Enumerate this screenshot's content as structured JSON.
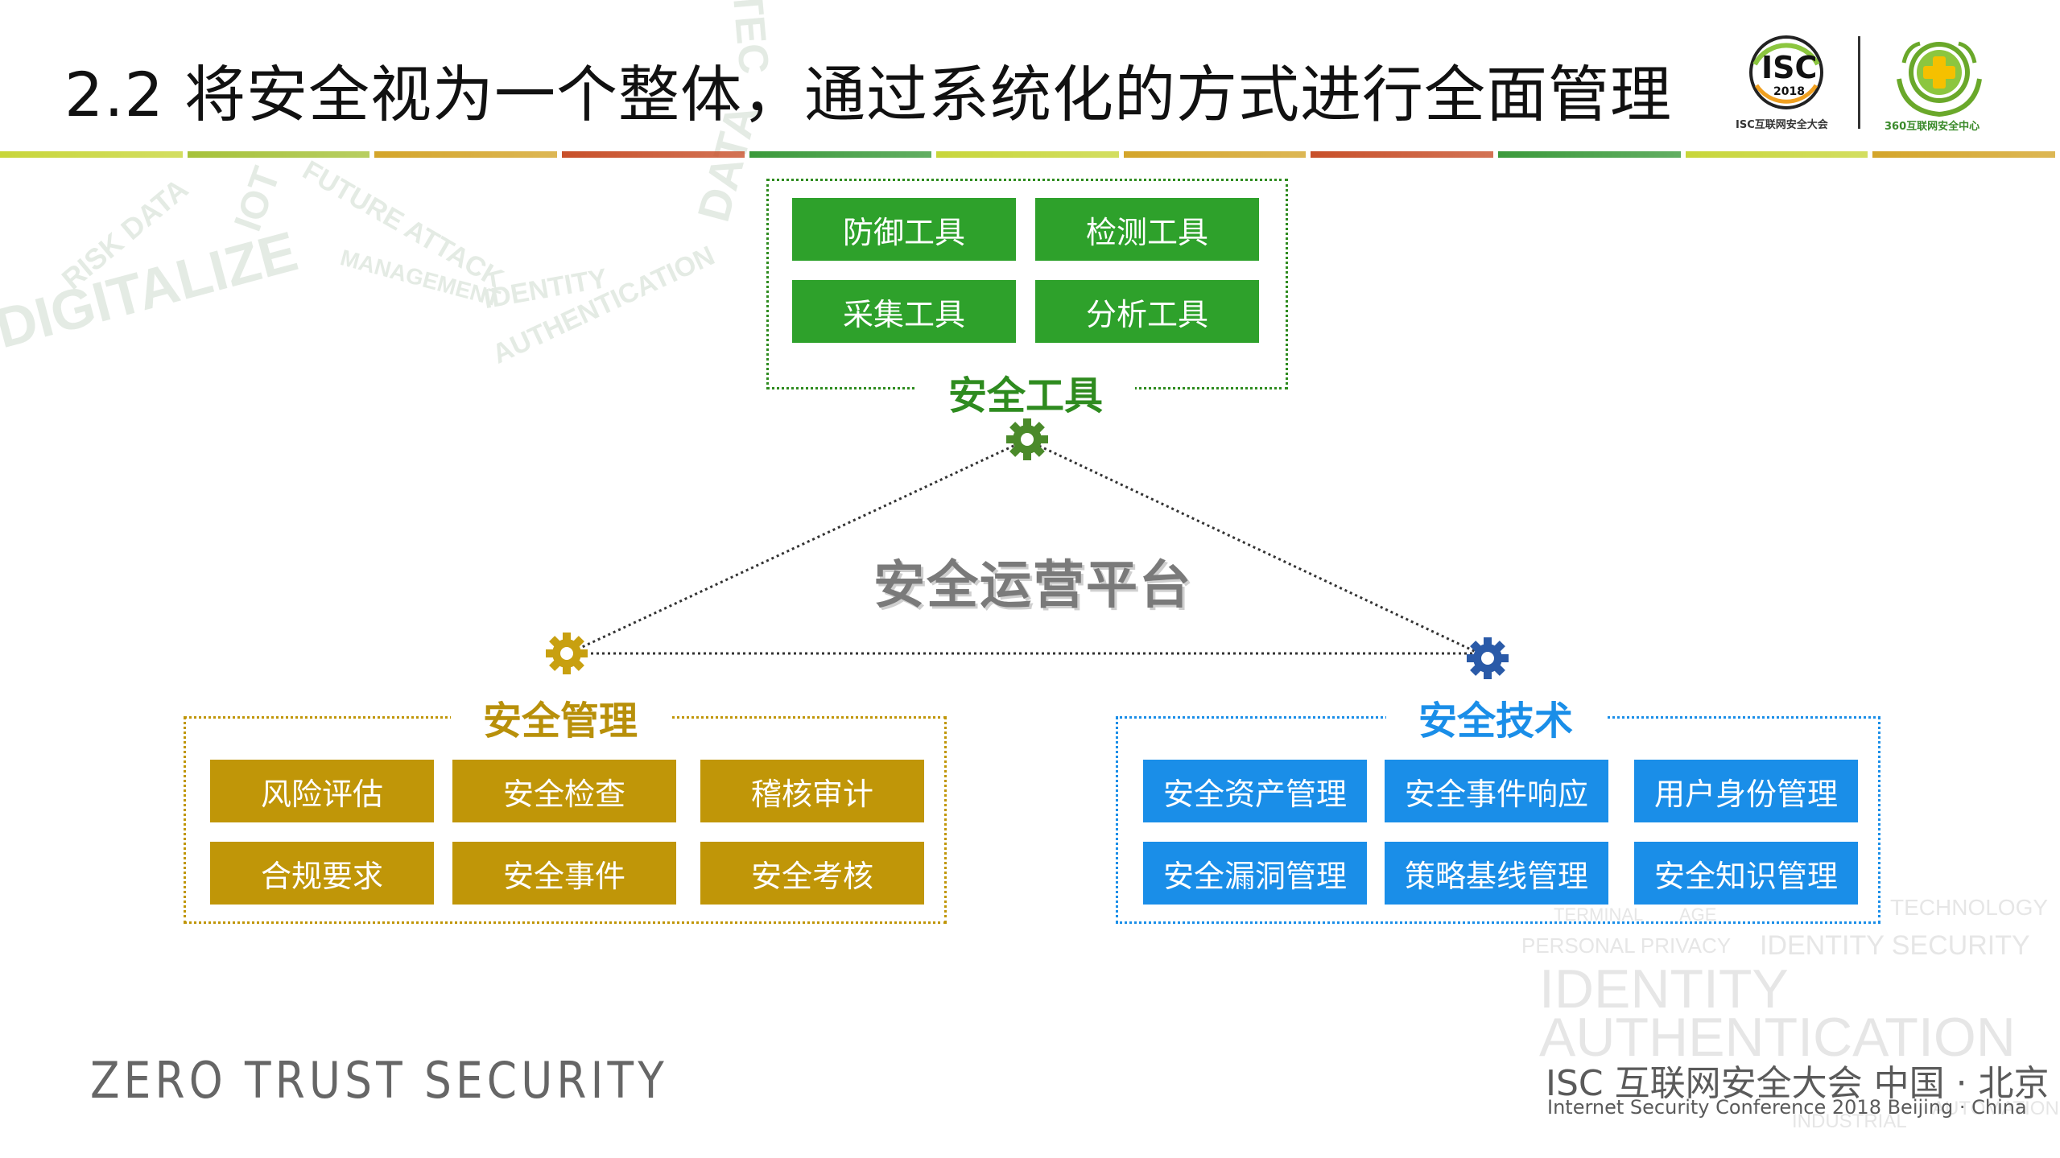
{
  "title": "2.2 将安全视为一个整体，通过系统化的方式进行全面管理",
  "logos": {
    "isc_text": "ISC",
    "isc_year": "2018",
    "isc_caption": "ISC互联网安全大会",
    "c360_caption": "360互联网安全中心"
  },
  "header_rule_colors": [
    "#c8d63a",
    "#a6c23a",
    "#d4a52a",
    "#c8502a",
    "#3b9a3b",
    "#c8d63a",
    "#d4a52a",
    "#c8502a",
    "#3b9a3b",
    "#c8d63a",
    "#d4a52a"
  ],
  "tools_group": {
    "label": "安全工具",
    "color": "#2e8b1f",
    "items": [
      "防御工具",
      "检测工具",
      "采集工具",
      "分析工具"
    ]
  },
  "platform_label": "安全运营平台",
  "management_group": {
    "label": "安全管理",
    "color": "#b8900a",
    "items": [
      "风险评估",
      "安全检查",
      "稽核审计",
      "合规要求",
      "安全事件",
      "安全考核"
    ]
  },
  "technology_group": {
    "label": "安全技术",
    "color": "#1a8ee8",
    "items": [
      "安全资产管理",
      "安全事件响应",
      "用户身份管理",
      "安全漏洞管理",
      "策略基线管理",
      "安全知识管理"
    ]
  },
  "gear_icons": {
    "tools": "#4a8a2a",
    "management": "#c8a010",
    "technology": "#2a5aa8"
  },
  "footer": {
    "tagline": "ZERO TRUST SECURITY",
    "conference_cn": "ISC 互联网安全大会 中国 · 北京",
    "conference_en": "Internet Security Conference 2018   Beijing · China"
  },
  "watermark": {
    "left": [
      "DIGITALIZE",
      "RISK DATA",
      "IOT",
      "FUTURE ATTACK",
      "IDENTITY",
      "AUTHENTICATION",
      "MANAGEMENT",
      "DATA",
      "TEC"
    ],
    "right": [
      "TECHNOLOGY",
      "PERSONAL PRIVACY",
      "IDENTITY SECURITY",
      "TERMINAL",
      "AGE",
      "IDENTITY",
      "AUTHENTICATION",
      "INDUSTRIAL",
      "AUTOMATION"
    ]
  }
}
